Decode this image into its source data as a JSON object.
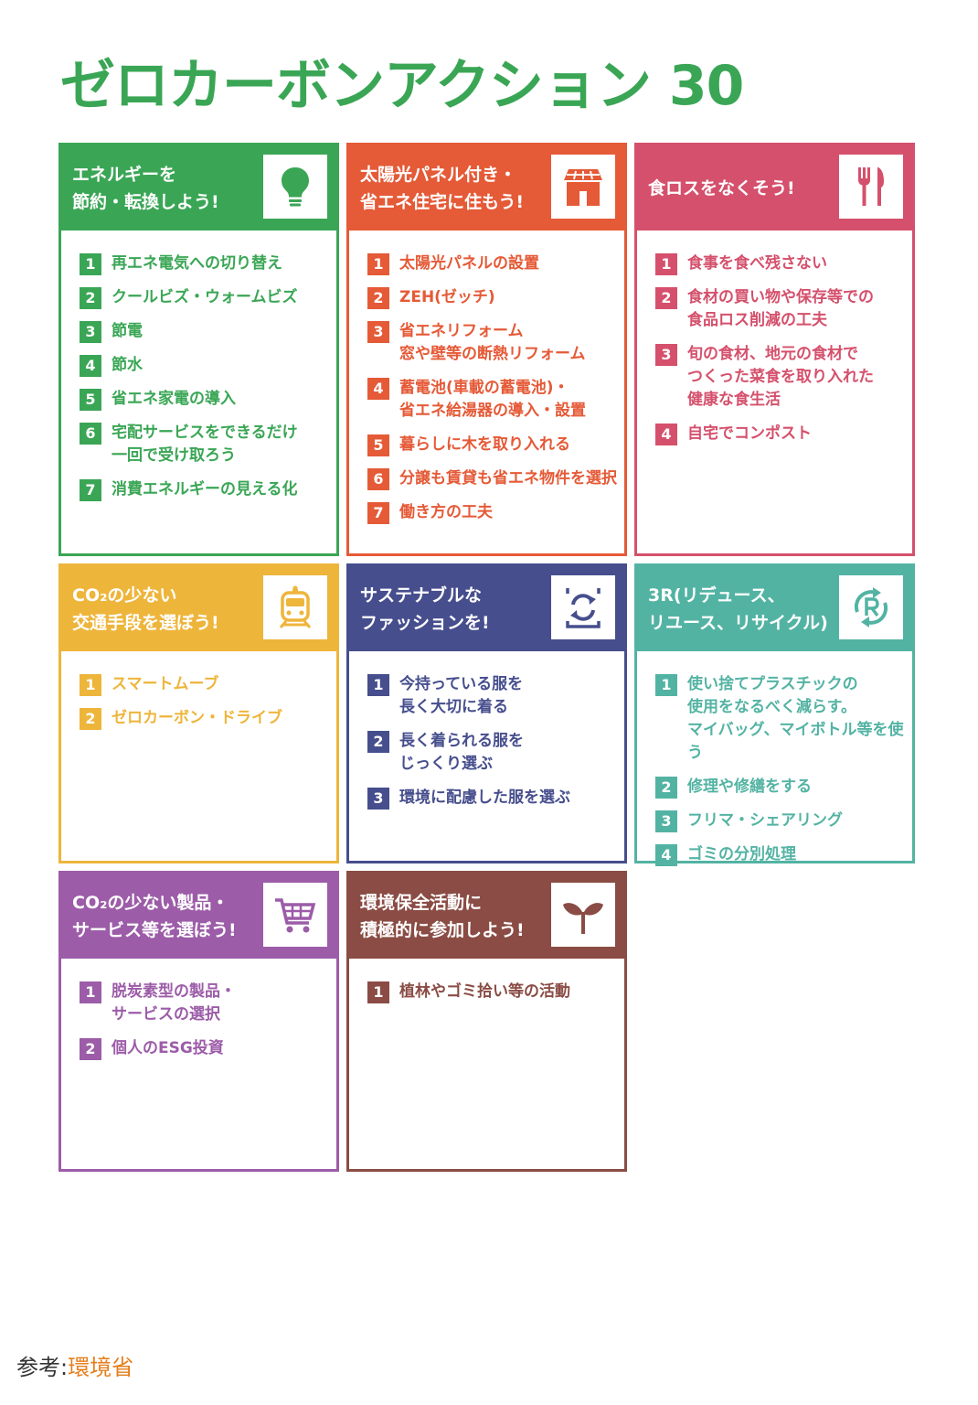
{
  "title": "ゼロカーボンアクション 30",
  "colors": {
    "green": "#3aa655",
    "red": "#e55a37",
    "pink": "#d5506c",
    "yellow": "#eeb53b",
    "navy": "#464e8d",
    "teal": "#53b3a3",
    "purple": "#9c5ca8",
    "brown": "#8a4c44"
  },
  "cards": [
    {
      "title": "エネルギーを\n節約・転換しよう!",
      "icon": "lightbulb-icon",
      "items": [
        {
          "num": "1",
          "text": "再エネ電気への切り替え"
        },
        {
          "num": "2",
          "text": "クールビズ・ウォームビズ"
        },
        {
          "num": "3",
          "text": "節電"
        },
        {
          "num": "4",
          "text": "節水"
        },
        {
          "num": "5",
          "text": "省エネ家電の導入"
        },
        {
          "num": "6",
          "text": "宅配サービスをできるだけ\n一回で受け取ろう"
        },
        {
          "num": "7",
          "text": "消費エネルギーの見える化"
        }
      ]
    },
    {
      "title": "太陽光パネル付き・\n省エネ住宅に住もう!",
      "icon": "house-icon",
      "items": [
        {
          "num": "1",
          "text": "太陽光パネルの設置"
        },
        {
          "num": "2",
          "text": "ZEH(ゼッチ)"
        },
        {
          "num": "3",
          "text": "省エネリフォーム\n窓や壁等の断熱リフォーム"
        },
        {
          "num": "4",
          "text": "蓄電池(車載の蓄電池)・\n省エネ給湯器の導入・設置"
        },
        {
          "num": "5",
          "text": "暮らしに木を取り入れる"
        },
        {
          "num": "6",
          "text": "分譲も賃貸も省エネ物件を選択"
        },
        {
          "num": "7",
          "text": "働き方の工夫"
        }
      ]
    },
    {
      "title": "食ロスをなくそう!",
      "icon": "fork-knife-icon",
      "items": [
        {
          "num": "1",
          "text": "食事を食べ残さない"
        },
        {
          "num": "2",
          "text": "食材の買い物や保存等での\n食品ロス削減の工夫"
        },
        {
          "num": "3",
          "text": "旬の食材、地元の食材で\nつくった菜食を取り入れた\n健康な食生活"
        },
        {
          "num": "4",
          "text": "自宅でコンポスト"
        }
      ]
    },
    {
      "title": "CO₂の少ない\n交通手段を選ぼう!",
      "icon": "train-icon",
      "items": [
        {
          "num": "1",
          "text": "スマートムーブ"
        },
        {
          "num": "2",
          "text": "ゼロカーボン・ドライブ"
        }
      ]
    },
    {
      "title": "サステナブルな\nファッションを!",
      "icon": "recycle-shirt-icon",
      "items": [
        {
          "num": "1",
          "text": "今持っている服を\n長く大切に着る"
        },
        {
          "num": "2",
          "text": "長く着られる服を\nじっくり選ぶ"
        },
        {
          "num": "3",
          "text": "環境に配慮した服を選ぶ"
        }
      ]
    },
    {
      "title": "3R(リデュース、\nリユース、リサイクル)",
      "icon": "recycle-r-icon",
      "items": [
        {
          "num": "1",
          "text": "使い捨てプラスチックの\n使用をなるべく減らす。\nマイバッグ、マイボトル等を使う"
        },
        {
          "num": "2",
          "text": "修理や修繕をする"
        },
        {
          "num": "3",
          "text": "フリマ・シェアリング"
        },
        {
          "num": "4",
          "text": "ゴミの分別処理"
        }
      ]
    },
    {
      "title": "CO₂の少ない製品・\nサービス等を選ぼう!",
      "icon": "cart-icon",
      "items": [
        {
          "num": "1",
          "text": "脱炭素型の製品・\nサービスの選択"
        },
        {
          "num": "2",
          "text": "個人のESG投資"
        }
      ]
    },
    {
      "title": "環境保全活動に\n積極的に参加しよう!",
      "icon": "sprout-icon",
      "items": [
        {
          "num": "1",
          "text": "植林やゴミ拾い等の活動"
        }
      ]
    }
  ],
  "source": {
    "label": "参考:",
    "link": "環境省"
  }
}
